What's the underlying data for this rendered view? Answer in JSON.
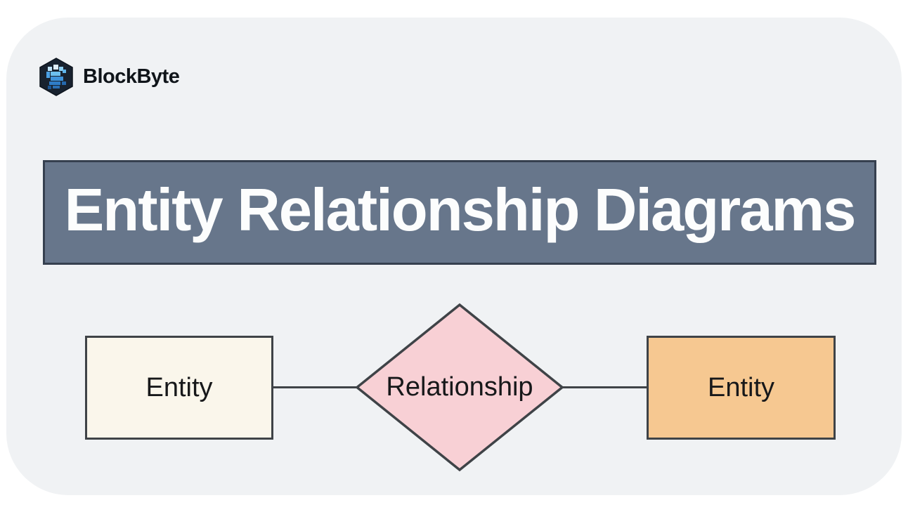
{
  "brand": {
    "name": "BlockByte"
  },
  "banner": {
    "title": "Entity Relationship Diagrams"
  },
  "diagram": {
    "left_entity": {
      "label": "Entity",
      "fill": "#faf6eb"
    },
    "relationship": {
      "label": "Relationship",
      "fill": "#f8d0d5"
    },
    "right_entity": {
      "label": "Entity",
      "fill": "#f6c891"
    }
  },
  "colors": {
    "card_background": "#f0f2f4",
    "banner_fill": "#67768b",
    "banner_border": "#36404f",
    "banner_text": "#fcfdfd",
    "shape_border": "#3f4347",
    "label_text": "#17181a",
    "logo_hex": "#18222f",
    "logo_blue_light": "#bfe3f7",
    "logo_blue_dark": "#1d5591"
  }
}
